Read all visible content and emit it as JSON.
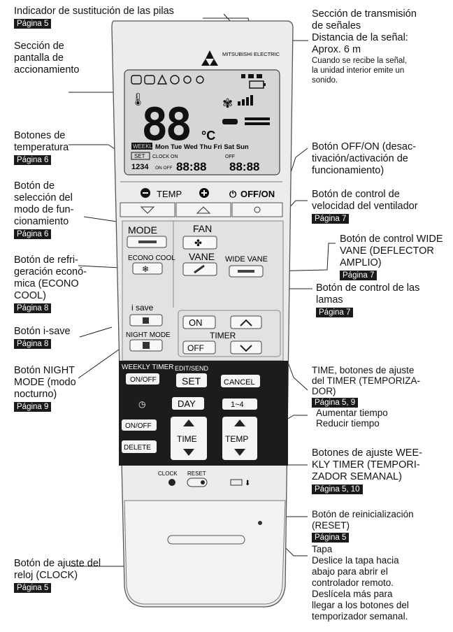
{
  "brand": "MITSUBISHI ELECTRIC",
  "lcd": {
    "temp_digits": "88",
    "unit": "°C",
    "days": "Mon Tue Wed Thu Fri Sat Sun",
    "weekly": "WEEKLY",
    "set": "SET",
    "clock_on": "CLOCK ON",
    "off": "OFF",
    "numbers": "1234",
    "on_off_small": "ON OFF",
    "time_digits": "88:88",
    "time_digits2": "88:88"
  },
  "remote": {
    "temp_label": "TEMP",
    "off_on_label": "OFF/ON",
    "mode": "MODE",
    "fan": "FAN",
    "econo_cool": "ECONO COOL",
    "vane": "VANE",
    "wide_vane": "WIDE VANE",
    "i_save": "i save",
    "night_mode": "NIGHT MODE",
    "timer_on": "ON",
    "timer_label": "TIMER",
    "timer_off": "OFF",
    "weekly_timer": "WEEKLY TIMER",
    "on_off": "ON/OFF",
    "edit_send": "EDIT/SEND",
    "set": "SET",
    "cancel": "CANCEL",
    "day": "DAY",
    "one_to_four": "1~4",
    "on_off2": "ON/OFF",
    "delete": "DELETE",
    "time": "TIME",
    "temp": "TEMP",
    "clock": "CLOCK",
    "reset": "RESET"
  },
  "labels": {
    "battery": {
      "text": "Indicador de sustitución de las pilas",
      "page": "Página 5"
    },
    "display": {
      "text": "Sección de\npantalla de\naccionamiento"
    },
    "temp_buttons": {
      "text": "Botones de\ntemperatura",
      "page": "Página 6"
    },
    "mode_select": {
      "text": "Botón de\nselección del\nmodo de fun-\ncionamiento",
      "page": "Página 6"
    },
    "econo": {
      "text": "Botón de refri-\ngeración econó-\nmica (ECONO\nCOOL)",
      "page": "Página 8"
    },
    "isave": {
      "text": "Botón i-save",
      "page": "Página 8"
    },
    "night": {
      "text": "Botón NIGHT\nMODE (modo\nnocturno)",
      "page": "Página 9"
    },
    "clock": {
      "text": "Botón de ajuste del\nreloj (CLOCK)",
      "page": "Página 5"
    },
    "transmit": {
      "text": "Sección de transmisión\nde señales\nDistancia de la señal:\nAprox. 6 m",
      "note": "Cuando se recibe la señal,\nla unidad interior emite un\nsonido."
    },
    "offon": {
      "text": "Botón OFF/ON (desac-\ntivación/activación de\nfuncionamiento)"
    },
    "fan_speed": {
      "text": "Botón de control de\nvelocidad del ventilador",
      "page": "Página 7"
    },
    "wide_vane": {
      "text": "Botón de control WIDE\nVANE (DEFLECTOR\nAMPLIO)",
      "page": "Página 7"
    },
    "vane": {
      "text": "Botón de control de las\nlamas",
      "page": "Página 7"
    },
    "timer": {
      "text": "TIME, botones de ajuste\ndel TIMER (TEMPORIZA-\nDOR)",
      "page": "Página 5, 9",
      "up": "Aumentar tiempo",
      "down": "Reducir tiempo"
    },
    "weekly": {
      "text": "Botones de ajuste WEE-\nKLY TIMER (TEMPORI-\nZADOR SEMANAL)",
      "page": "Página 5, 10"
    },
    "reset": {
      "text": "Botón de reinicialización\n(RESET)",
      "page": "Página 5"
    },
    "cover": {
      "text": "Tapa\nDeslice la tapa hacia\nabajo para abrir el\ncontrolador remoto.\nDeslícela más para\nllegar a los botones del\ntemporizador semanal."
    }
  },
  "colors": {
    "body": "#ececec",
    "panel_dark": "#1c1c1c",
    "badge": "#1a1a1a"
  }
}
